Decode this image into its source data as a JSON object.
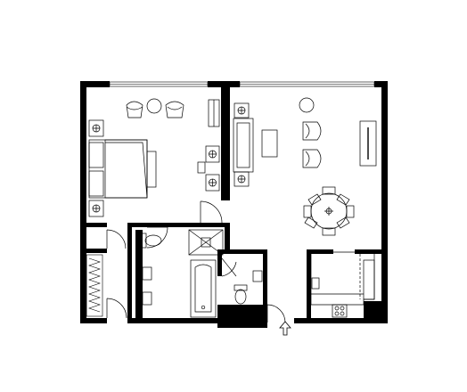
{
  "diagram": {
    "type": "floor-plan",
    "colors": {
      "wall": "#000000",
      "line": "#000000",
      "background": "#ffffff",
      "window": "#ffffff"
    },
    "rooms": [
      "bedroom",
      "living-room",
      "dining-area",
      "kitchen",
      "bathroom",
      "toilet",
      "closet",
      "hallway"
    ],
    "icons": [
      "double-bed-icon",
      "armchair-icon",
      "sofa-icon",
      "round-table-icon",
      "toilet-icon",
      "bathtub-icon",
      "shower-icon",
      "entry-arrow-icon"
    ]
  }
}
